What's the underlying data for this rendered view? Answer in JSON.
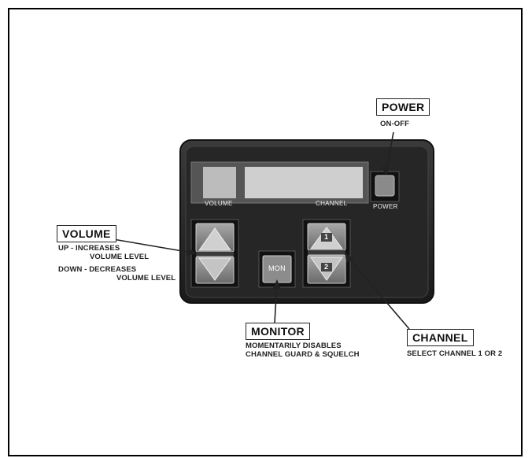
{
  "power": {
    "title": "POWER",
    "caption": "ON-OFF"
  },
  "volume": {
    "title": "VOLUME",
    "caption_line1": "UP - INCREASES",
    "caption_line2": "VOLUME LEVEL",
    "caption_line3": "DOWN - DECREASES",
    "caption_line4": "VOLUME LEVEL"
  },
  "monitor": {
    "title": "MONITOR",
    "caption_line1": "MOMENTARILY DISABLES",
    "caption_line2": "CHANNEL GUARD & SQUELCH"
  },
  "channel": {
    "title": "CHANNEL",
    "caption": "SELECT CHANNEL 1 OR 2"
  },
  "panel": {
    "volume_label": "VOLUME",
    "channel_label": "CHANNEL",
    "power_label": "POWER",
    "mon_label": "MON",
    "ch1": "1",
    "ch2": "2"
  }
}
